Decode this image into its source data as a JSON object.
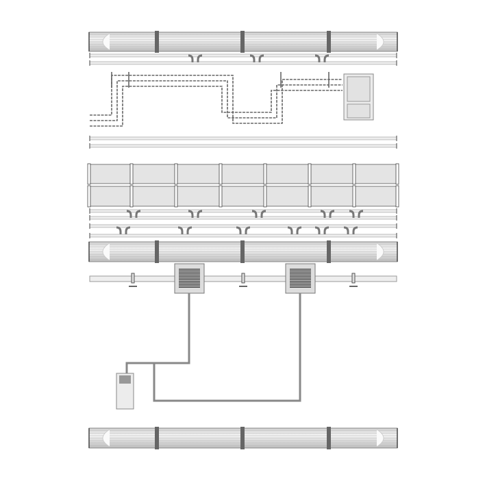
{
  "colors": {
    "background": "#ffffff",
    "duct_fill": "#e4e4e4",
    "duct_stroke": "#555555",
    "flange": "#666666",
    "grille": "#3a3a3a"
  },
  "icons": [
    "round-duct",
    "rectangular-duct",
    "pipe-run",
    "vent-grille",
    "access-panel",
    "air-handling-unit"
  ]
}
